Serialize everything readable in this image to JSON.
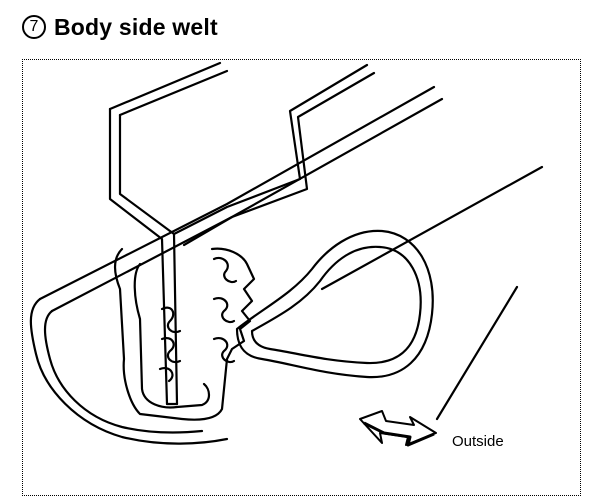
{
  "heading": {
    "step_number": "7",
    "title": "Body side welt"
  },
  "diagram": {
    "direction_label": "Outside",
    "line_color": "#000000",
    "background_color": "#ffffff"
  }
}
